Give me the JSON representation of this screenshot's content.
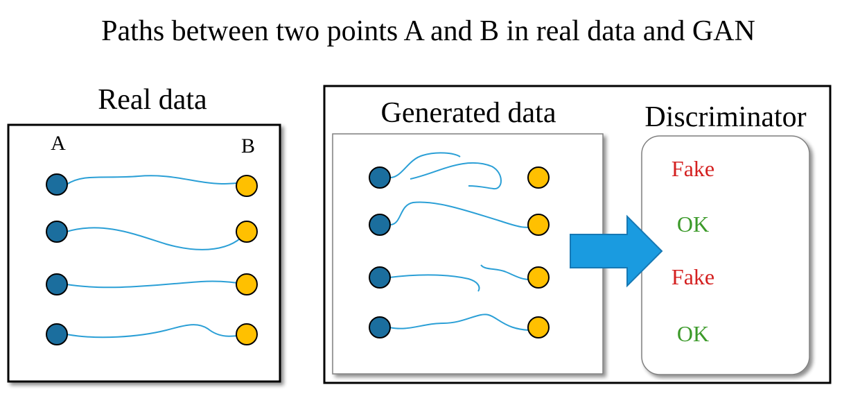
{
  "title": "Paths between two points A and B in real data and GAN",
  "real_panel": {
    "heading": "Real data",
    "point_a_label": "A",
    "point_b_label": "B"
  },
  "generated_panel": {
    "heading": "Generated data"
  },
  "discriminator_panel": {
    "heading": "Discriminator",
    "verdicts": [
      {
        "label": "Fake",
        "color": "#d42020"
      },
      {
        "label": "OK",
        "color": "#3c9a2a"
      },
      {
        "label": "Fake",
        "color": "#d42020"
      },
      {
        "label": "OK",
        "color": "#3c9a2a"
      }
    ]
  },
  "colors": {
    "point_a": "#1b6e9e",
    "point_b": "#ffc000",
    "path": "#2a9fd6",
    "arrow": "#1a9be0",
    "arrow_stroke": "#1678b4"
  }
}
